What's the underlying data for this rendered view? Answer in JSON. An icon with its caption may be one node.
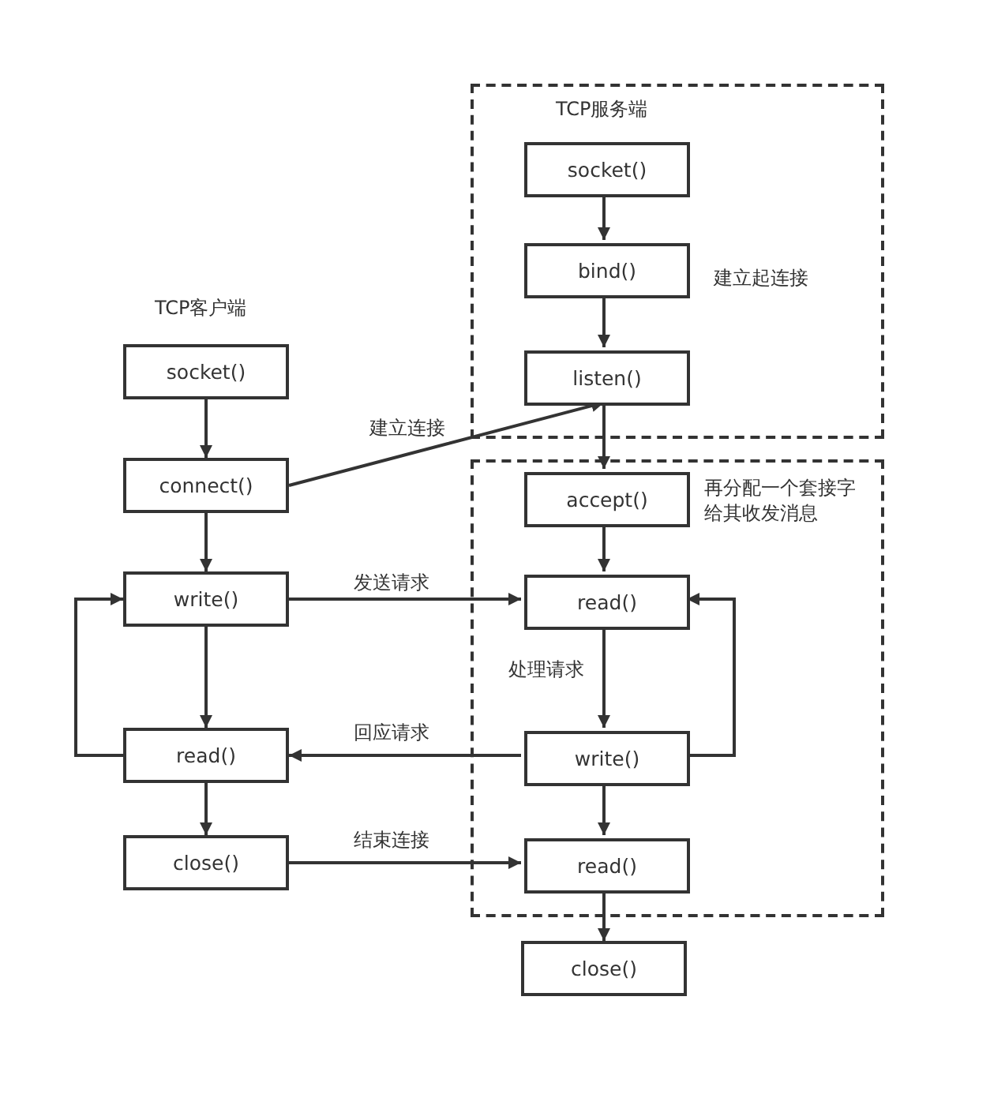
{
  "diagram": {
    "nodes": [
      {
        "text": [
          "TCP服务端",
          "建立起连接"
        ]
      },
      {
        "text": [
          "socket()"
        ],
        "in": 0
      },
      {
        "text": [
          "bind()"
        ],
        "in": 0
      },
      {
        "text": [
          "listen()"
        ],
        "in": 0
      },
      {
        "text": [
          "再分配一个套接字给其收发消息"
        ]
      },
      {
        "text": [
          "accept()"
        ],
        "in": 4
      },
      {
        "text": [
          "read()"
        ],
        "in": 4
      },
      {
        "text": [
          "write()"
        ],
        "in": 4
      },
      {
        "text": [
          "read()"
        ],
        "in": 4
      },
      {
        "text": [
          "close()"
        ]
      },
      {
        "text": [
          "socket()"
        ]
      },
      {
        "text": [
          "connect()"
        ]
      },
      {
        "text": [
          "write()"
        ]
      },
      {
        "text": [
          "read()"
        ]
      },
      {
        "text": [
          "close()"
        ]
      }
    ],
    "edges": [
      {
        "from": 1,
        "to": 2,
        "arrow": "to"
      },
      {
        "from": 2,
        "to": 3,
        "arrow": "to"
      },
      {
        "from": 3,
        "to": 5,
        "arrow": "to"
      },
      {
        "from": 11,
        "to": 3,
        "arrow": "to",
        "label": "建立连接"
      },
      {
        "from": 5,
        "to": 6,
        "arrow": "to"
      },
      {
        "from": 6,
        "to": 7,
        "arrow": "to",
        "label": "处理请求"
      },
      {
        "from": 7,
        "to": 6,
        "arrow": "to"
      },
      {
        "from": 7,
        "to": 8,
        "arrow": "to"
      },
      {
        "from": 8,
        "to": 9,
        "arrow": "to"
      },
      {
        "from": 10,
        "to": 11,
        "arrow": "to"
      },
      {
        "from": 11,
        "to": 12,
        "arrow": "to"
      },
      {
        "from": 12,
        "to": 13,
        "arrow": "to"
      },
      {
        "from": 13,
        "to": 12,
        "arrow": "to"
      },
      {
        "from": 13,
        "to": 14,
        "arrow": "to"
      },
      {
        "from": 12,
        "to": 6,
        "arrow": "to",
        "label": "发送请求"
      },
      {
        "from": 7,
        "to": 13,
        "arrow": "to",
        "label": "回应请求"
      },
      {
        "from": 14,
        "to": 8,
        "arrow": "to",
        "label": "结束连接"
      }
    ],
    "labels": [
      "TCP客户端"
    ]
  }
}
